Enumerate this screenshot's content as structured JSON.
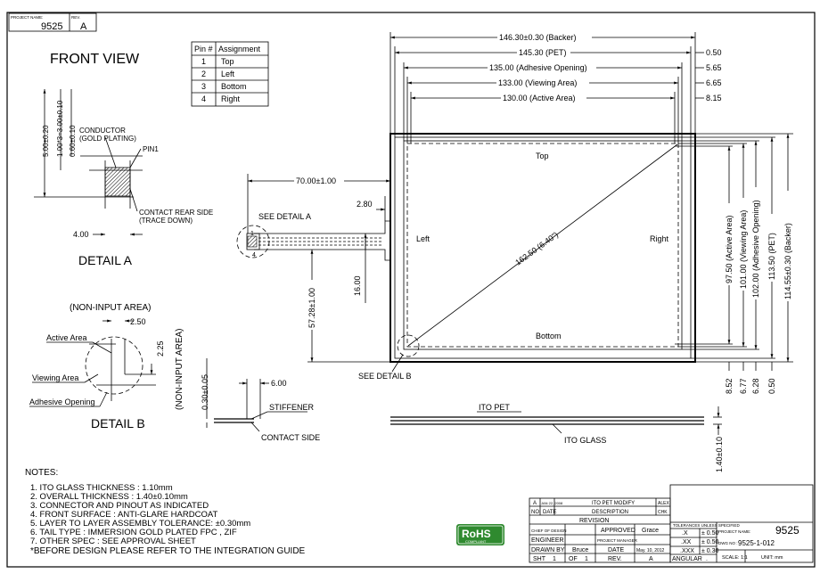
{
  "title_block_top": {
    "project_name_label": "PROJECT NAME:",
    "project_name": "9525",
    "rev_label": "REV.",
    "rev": "A"
  },
  "views": {
    "front_view": "FRONT VIEW",
    "detail_a": "DETAIL A",
    "detail_b": "DETAIL B"
  },
  "pin_table": {
    "headers": [
      "Pin #",
      "Assignment"
    ],
    "rows": [
      [
        "1",
        "Top"
      ],
      [
        "2",
        "Left"
      ],
      [
        "3",
        "Bottom"
      ],
      [
        "4",
        "Right"
      ]
    ]
  },
  "detail_a": {
    "dim_5": "5.00±0.20",
    "dim_pitch": "1.00*3=3.00±0.10",
    "dim_060": "0.60±0.10",
    "conductor": "CONDUCTOR",
    "gold": "(GOLD PLATING)",
    "pin1": "PIN1",
    "contact_rear": "CONTACT REAR SIDE",
    "trace_down": "(TRACE DOWN)",
    "dim_4": "4.00"
  },
  "detail_b": {
    "non_input_top": "(NON-INPUT AREA)",
    "non_input_side": "(NON-INPUT AREA)",
    "dim_250": "2.50",
    "dim_225": "2.25",
    "active_area": "Active Area",
    "viewing_area": "Viewing Area",
    "adhesive_opening": "Adhesive Opening"
  },
  "main_dims": {
    "backer": "146.30±0.30  (Backer)",
    "pet": "145.30  (PET)",
    "adhesive": "135.00  (Adhesive Opening)",
    "viewing": "133.00  (Viewing Area)",
    "active": "130.00  (Active Area)",
    "r050": "0.50",
    "r565": "5.65",
    "r665": "6.65",
    "r815": "8.15",
    "tail_70": "70.00±1.00",
    "dim_280": "2.80",
    "dim_1600": "16.00",
    "dim_5728": "57.28±1.00",
    "see_detail_a": "SEE DETAIL A",
    "see_detail_b": "SEE DETAIL B",
    "pin_1": "1",
    "pin_4": "4",
    "diag": "162.50  (6.40\")",
    "top": "Top",
    "left": "Left",
    "right": "Right",
    "bottom": "Bottom",
    "v_active": "97.50  (Active Area)",
    "v_viewing": "101.00  (Viewing Area)",
    "v_adhesive": "102.00  (Adhesive Opening)",
    "v_pet": "113.50  (PET)",
    "v_backer": "114.55±0.30  (Backer)",
    "b852": "8.52",
    "b677": "6.77",
    "b628": "6.28",
    "b050": "0.50"
  },
  "side_view": {
    "dim_030": "0.30±0.05",
    "dim_600": "6.00",
    "stiffener": "STIFFENER",
    "contact_side": "CONTACT SIDE",
    "ito_pet": "ITO PET",
    "ito_glass": "ITO GLASS",
    "dim_140": "1.40±0.10"
  },
  "notes": {
    "heading": "NOTES:",
    "items": [
      "1. ITO GLASS THICKNESS : 1.10mm",
      "2. OVERALL THICKNESS : 1.40±0.10mm",
      "3. CONNECTOR AND PINOUT AS INDICATED",
      "4. FRONT SURFACE : ANTI-GLARE HARDCOAT",
      "5. LAYER TO LAYER ASSEMBLY TOLERANCE: ±0.30mm",
      "6. TAIL TYPE : IMMERSION GOLD PLATED FPC , ZIF",
      "7. OTHER SPEC : SEE APPROVAL SHEET",
      "*BEFORE DESIGN PLEASE REFER TO THE INTEGRATION GUIDE"
    ]
  },
  "rohs": {
    "main": "RoHS",
    "sub": "COMPLIANT",
    "color": "#2f8a2f"
  },
  "revision_block": {
    "row_a": [
      "A",
      "JAN 22, 2008",
      "ITO PET MODIFY",
      "ALEX"
    ],
    "row_hdr": [
      "NO.",
      "DATE",
      "DESCRIPTION",
      "CHK"
    ],
    "revision": "REVISION",
    "chief": "CHIEF OF DESIGN",
    "approved": "APPROVED",
    "grace": "Grace",
    "engineer": "ENGINEER",
    "pm": "PROJECT MANAGER",
    "drawn_by": "DRAWN BY",
    "bruce": "Bruce",
    "date": "DATE",
    "date_val": "May. 10, 2012",
    "sht": "SHT",
    "sht_1": "1",
    "of": "OF",
    "of_1": "1",
    "rev": "REV.",
    "rev_a": "A"
  },
  "tolerance_block": {
    "title": "TOLERANCES UNLESS SPECIFIED",
    "rows": [
      [
        ".X",
        "±  0.50"
      ],
      [
        ".XX",
        "±  0.50"
      ],
      [
        ".XXX",
        "±  0.30"
      ]
    ],
    "angular": "ANGULAR",
    "angular_val": "."
  },
  "project_block": {
    "project_name_label": "PROJECT NAME:",
    "project_name": "9525",
    "dwg_label": "DWG NO :",
    "dwg_no": "9525-1-012",
    "scale": "SCALE: 1:1",
    "unit": "UNIT: mm"
  }
}
